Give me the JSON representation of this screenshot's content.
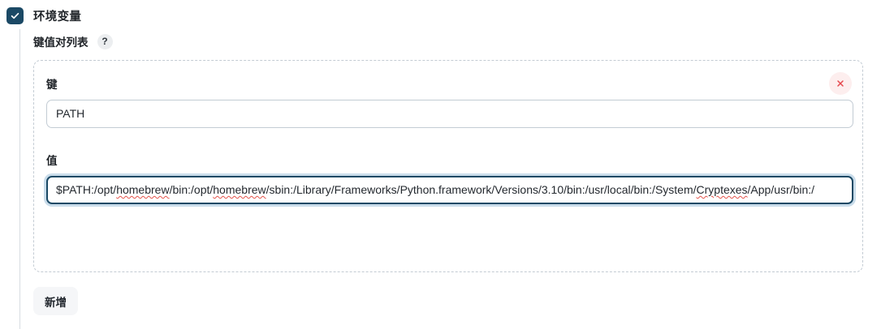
{
  "section": {
    "title": "环境变量",
    "checkbox_checked": true,
    "checkbox_icon": "check-icon",
    "checkbox_color": "#1b4965"
  },
  "sublabel": {
    "text": "键值对列表",
    "help_icon": "question-mark-icon",
    "help_text": "?"
  },
  "pair": {
    "remove_icon": "close-x-icon",
    "remove_icon_color": "#e5484d",
    "key": {
      "label": "键",
      "value": "PATH",
      "placeholder": "",
      "focused": false
    },
    "value": {
      "label": "值",
      "value": "$PATH:/opt/homebrew/bin:/opt/homebrew/sbin:/Library/Frameworks/Python.framework/Versions/3.10/bin:/usr/local/bin:/System/Cryptexes/App/usr/bin:/",
      "value_parts": [
        {
          "text": "$PATH:/opt/",
          "squiggle": false
        },
        {
          "text": "homebrew",
          "squiggle": true
        },
        {
          "text": "/bin:/opt/",
          "squiggle": false
        },
        {
          "text": "homebrew",
          "squiggle": true
        },
        {
          "text": "/sbin:/Library/Frameworks/Python.framework/Versions/3.10/bin:/usr/local/bin:/System/",
          "squiggle": false
        },
        {
          "text": "Cryptexes",
          "squiggle": true
        },
        {
          "text": "/App/usr/bin:/",
          "squiggle": false
        }
      ],
      "placeholder": "",
      "focused": true
    }
  },
  "actions": {
    "add_label": "新增"
  },
  "colors": {
    "accent": "#1b4965",
    "danger": "#e5484d",
    "border": "#c3ccd4",
    "dashed_border": "#c3cbd3",
    "button_bg": "#f5f6f8"
  }
}
